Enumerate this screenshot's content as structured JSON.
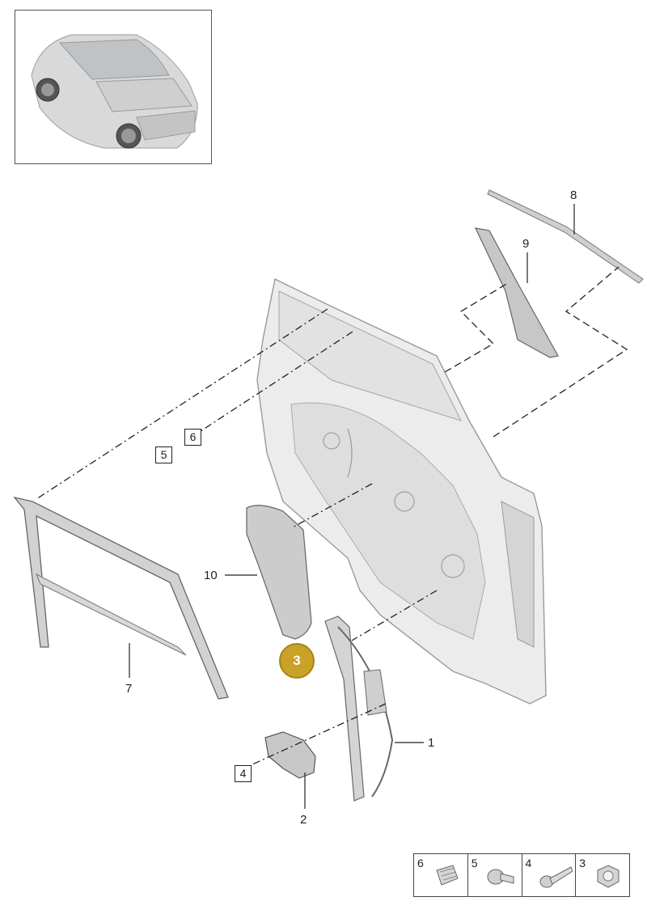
{
  "badge": {
    "number": "3",
    "color": "#c9a227"
  },
  "callouts": {
    "part_1": "1",
    "part_2": "2",
    "part_4": "4",
    "part_5": "5",
    "part_6": "6",
    "part_7": "7",
    "part_8": "8",
    "part_9": "9",
    "part_10": "10"
  },
  "legend": [
    {
      "number": "6",
      "icon": "stud-bolt-icon"
    },
    {
      "number": "5",
      "icon": "flange-bolt-icon"
    },
    {
      "number": "4",
      "icon": "long-bolt-icon"
    },
    {
      "number": "3",
      "icon": "hex-nut-icon"
    }
  ]
}
